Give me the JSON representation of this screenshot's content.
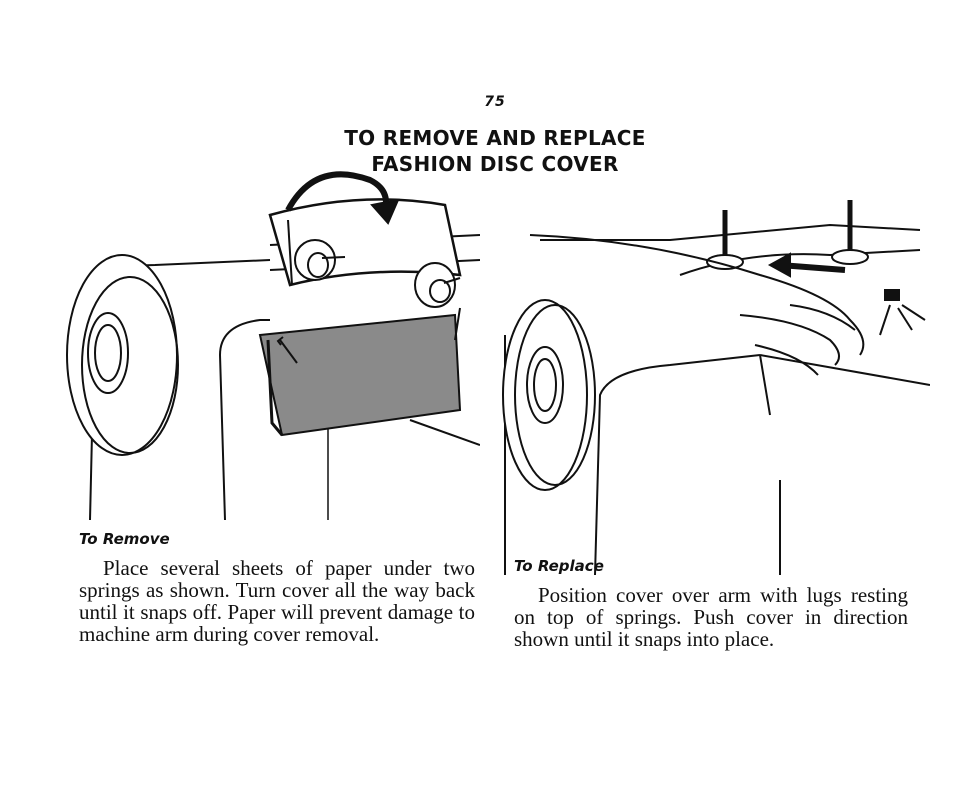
{
  "page": {
    "number": "75",
    "title_line1": "TO REMOVE AND REPLACE",
    "title_line2": "FASHION DISC COVER"
  },
  "remove": {
    "heading": "To Remove",
    "text": "Place several sheets of paper under two springs as shown. Turn cover all the way back until it snaps off. Paper will prevent damage to machine arm during cover removal."
  },
  "replace": {
    "heading": "To Replace",
    "text": "Position cover over arm with lugs resting on top of springs. Push cover in direction shown until it snaps into place."
  }
}
